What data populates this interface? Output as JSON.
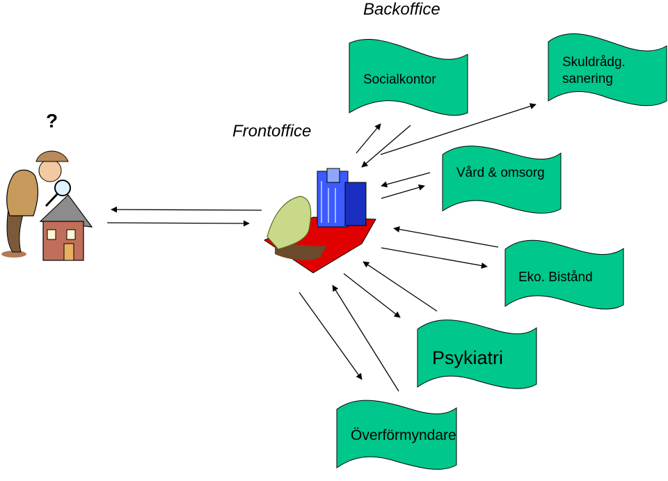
{
  "titles": {
    "backoffice": "Backoffice",
    "frontoffice": "Frontoffice",
    "question": "?"
  },
  "units": {
    "socialkontor": "Socialkontor",
    "skuldradg_line1": "Skuldrådg.",
    "skuldradg_line2": "sanering",
    "vard": "Vård & omsorg",
    "eko": "Eko. Bistånd",
    "psykiatri": "Psykiatri",
    "overformyndare": "Överförmyndare"
  },
  "colors": {
    "flag_fill": "#00c78c",
    "arrow": "#000000",
    "building": "#3b5bff",
    "floor": "#e00000"
  },
  "icons": [
    "detective-with-magnifier-icon",
    "house-icon",
    "office-building-icon"
  ]
}
